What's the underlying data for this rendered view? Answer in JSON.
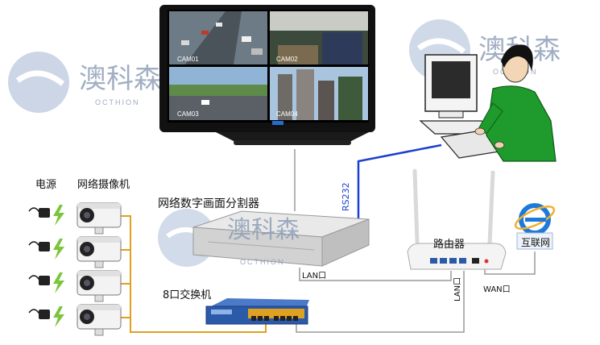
{
  "watermarks": [
    {
      "brand": "澳科森",
      "sub": "OCTHION"
    },
    {
      "brand": "澳科森",
      "sub": "OCTHION"
    },
    {
      "brand": "澳科森",
      "sub": "OCTHION"
    }
  ],
  "monitor": {
    "cameras": [
      "CAM01",
      "CAM02",
      "CAM03",
      "CAM04"
    ]
  },
  "labels": {
    "power": "电源",
    "network_camera": "网络摄像机",
    "splitter": "网络数字画面分割器",
    "switch": "8口交换机",
    "router": "路由器",
    "internet": "互联网",
    "rs232": "RS232",
    "lan_splitter": "LAN口",
    "lan_router": "LAN口",
    "wan": "WAN口"
  },
  "colors": {
    "rs232_line": "#1a3fd0",
    "camera_cable": "#e0a020",
    "lan_line": "#9a9a9a",
    "monitor_bezel": "#111111",
    "switch_blue": "#2a5aa8",
    "ie_blue": "#1e7ad8"
  }
}
